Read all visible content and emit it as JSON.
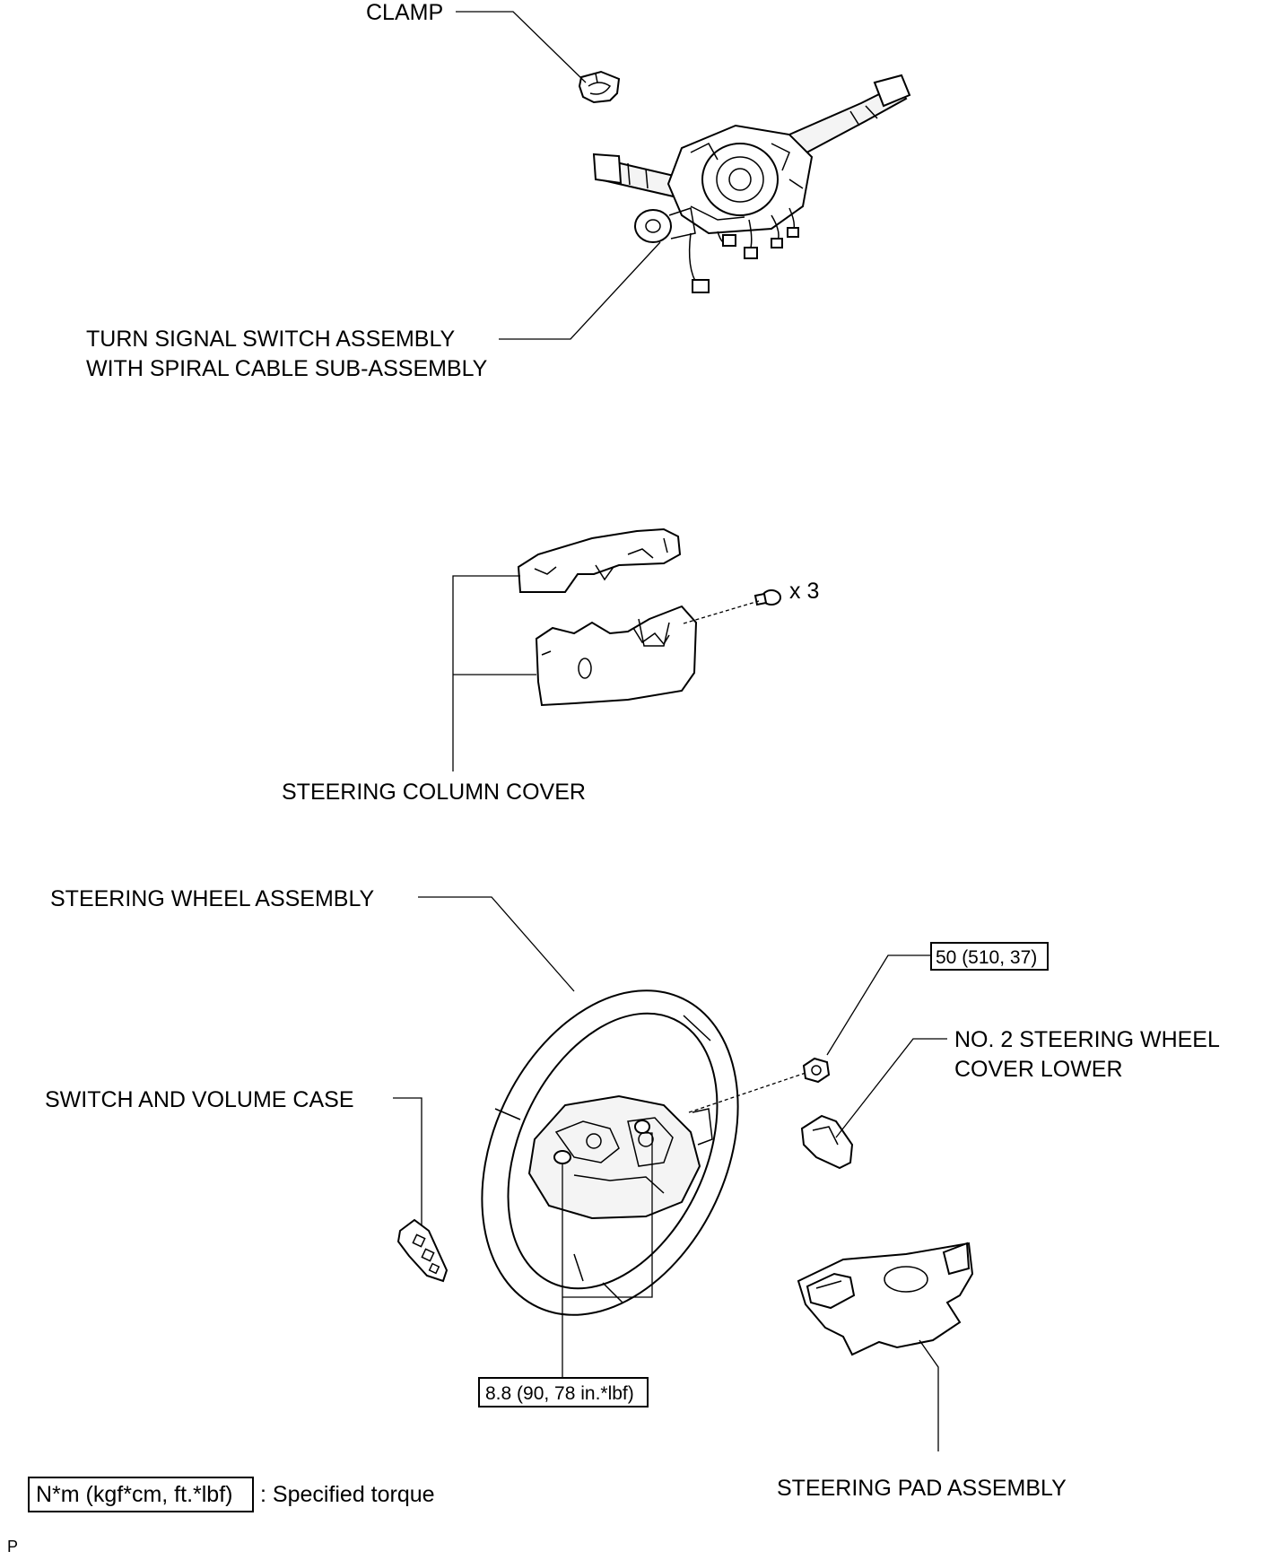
{
  "labels": {
    "clamp": "CLAMP",
    "turn_signal_line1": "TURN SIGNAL SWITCH ASSEMBLY",
    "turn_signal_line2": "WITH SPIRAL CABLE SUB-ASSEMBLY",
    "screw_qty": "x 3",
    "steering_column_cover": "STEERING COLUMN COVER",
    "steering_wheel_assembly": "STEERING WHEEL ASSEMBLY",
    "switch_volume_case": "SWITCH AND VOLUME CASE",
    "no2_cover_line1": "NO. 2 STEERING WHEEL",
    "no2_cover_line2": "COVER LOWER",
    "steering_pad_assembly": "STEERING PAD ASSEMBLY",
    "corner_mark": "P"
  },
  "torque": {
    "nut": "50 (510, 37)",
    "bolt": "8.8 (90, 78 in.*lbf)"
  },
  "legend": {
    "box_text": "N*m (kgf*cm, ft.*lbf)",
    "description": ": Specified torque"
  }
}
